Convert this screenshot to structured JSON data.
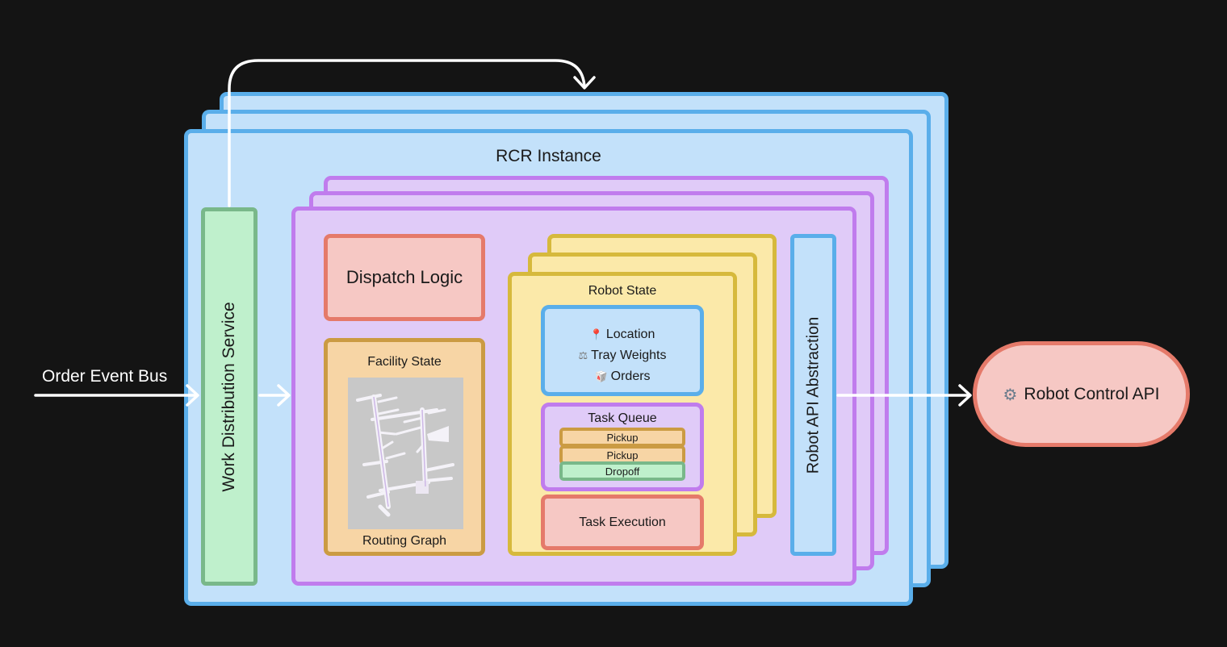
{
  "diagram": {
    "external_input": {
      "label": "Order Event Bus"
    },
    "loop_arrow": {
      "from": "Work Distribution Service",
      "to": "RCR Instance (replicas)"
    },
    "rcr_instance": {
      "title": "RCR Instance",
      "replica_count": 3,
      "work_distribution_service": {
        "label": "Work Distribution Service"
      },
      "robot_api_abstraction": {
        "label": "Robot API Abstraction"
      },
      "inner_container": {
        "replica_count": 3,
        "dispatch_logic": {
          "label": "Dispatch Logic"
        },
        "facility_state": {
          "title": "Facility State",
          "image_alt": "facility map",
          "caption": "Routing Graph"
        },
        "robot_state": {
          "title": "Robot State",
          "replica_count": 3,
          "state_fields": [
            {
              "icon": "pin-icon",
              "glyph": "📍",
              "label": "Location"
            },
            {
              "icon": "scale-icon",
              "glyph": "⚖",
              "label": "Tray Weights"
            },
            {
              "icon": "takeout-box-icon",
              "glyph": "🥡",
              "label": "Orders"
            }
          ],
          "task_queue": {
            "title": "Task Queue",
            "items": [
              {
                "label": "Pickup",
                "type": "pickup"
              },
              {
                "label": "Pickup",
                "type": "pickup"
              },
              {
                "label": "Dropoff",
                "type": "dropoff"
              }
            ]
          },
          "task_execution": {
            "label": "Task Execution"
          }
        }
      }
    },
    "external_output": {
      "icon": "gear-icon",
      "glyph": "⚙",
      "label": "Robot Control API"
    },
    "colors": {
      "background": "#141414",
      "blue_fill": "#c3e1fa",
      "blue_stroke": "#5aaeea",
      "purple_fill": "#e0cbf8",
      "purple_stroke": "#c07ced",
      "yellow_fill": "#fbe9a9",
      "yellow_stroke": "#d6b93c",
      "green_fill": "#bff0cc",
      "green_stroke": "#79b88a",
      "red_fill": "#f6c8c4",
      "red_stroke": "#e57a6a",
      "orange_fill": "#f7d5a5",
      "orange_stroke": "#cb9b43",
      "arrow": "#ffffff"
    }
  }
}
